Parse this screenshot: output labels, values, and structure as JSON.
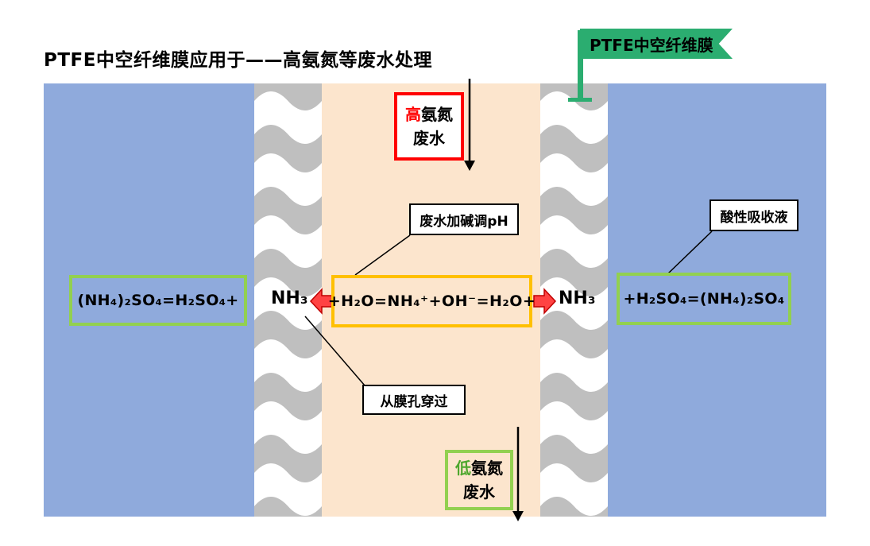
{
  "title": "PTFE中空纤维膜应用于——高氨氮等废水处理",
  "flag": {
    "label": "PTFE中空纤维膜"
  },
  "feed_box": {
    "highlight": "高",
    "rest": "氨氮",
    "line2": "废水"
  },
  "outlet_box": {
    "highlight": "低",
    "rest": "氨氮",
    "line2": "废水"
  },
  "formulas": {
    "left": "(NH₄)₂SO₄=H₂SO₄+",
    "center": "+H₂O=NH₄⁺+OH⁻=H₂O+",
    "right": "+H₂SO₄=(NH₄)₂SO₄"
  },
  "nh3": {
    "left": "NH₃",
    "right": "NH₃"
  },
  "callouts": {
    "ph": "废水加碱调pH",
    "acid": "酸性吸收液",
    "pore": "从膜孔穿过"
  },
  "colors": {
    "solution_blue": "#8FAADC",
    "feed_beige": "#FCE5CD",
    "membrane_wave_gray": "#BFBFBF",
    "feed_border_red": "#FF0000",
    "reaction_border_orange": "#FFC000",
    "absorb_border_green": "#92D050",
    "flag_green": "#2BAD70",
    "outlet_highlight_green": "#4EA72E",
    "transfer_arrow_red": "#FF4343"
  }
}
